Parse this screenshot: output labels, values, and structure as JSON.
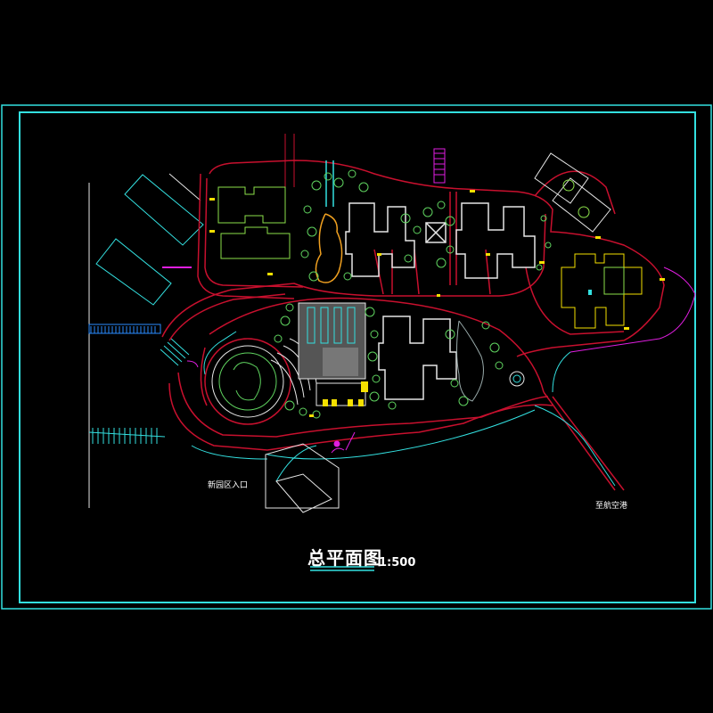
{
  "drawing": {
    "title": "总平面图",
    "scale": "1:500",
    "entrance_label": "新园区入口",
    "road_label": "至航空港"
  },
  "colors": {
    "background": "#000000",
    "frame": "#33e0e0",
    "road": "#c8102e",
    "building": "#e6e6e6",
    "building_alt": "#8ce04a",
    "tree": "#5fd35f",
    "accent_magenta": "#e01ee0",
    "accent_yellow": "#f5e000",
    "accent_orange": "#f0a020"
  }
}
